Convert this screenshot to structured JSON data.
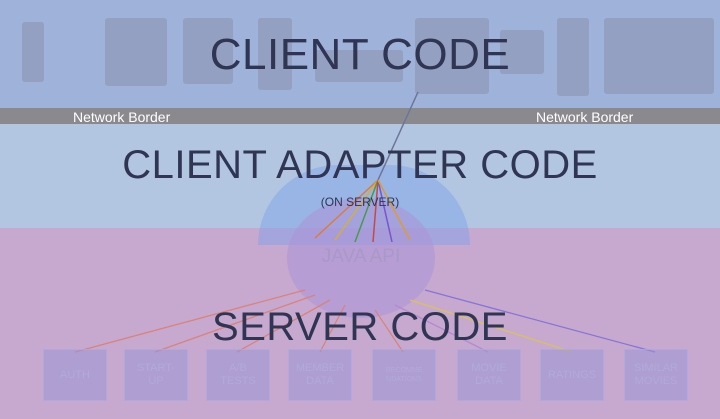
{
  "client": {
    "title": "CLIENT CODE"
  },
  "network": {
    "left_label": "Network Border",
    "right_label": "Network Border"
  },
  "adapter": {
    "title": "CLIENT ADAPTER CODE",
    "subtitle": "(ON SERVER)"
  },
  "api": {
    "label": "JAVA API"
  },
  "server": {
    "title": "SERVER CODE",
    "services": [
      {
        "label": "AUTH"
      },
      {
        "label": "START-\nUP"
      },
      {
        "label": "A/B\nTESTS"
      },
      {
        "label": "MEMBER\nDATA"
      },
      {
        "label": "RECOMME\nNDATIONS"
      },
      {
        "label": "MOVIE\nDATA"
      },
      {
        "label": "RATINGS"
      },
      {
        "label": "SIMILAR\nMOVIES"
      }
    ]
  },
  "colors": {
    "client_band": "#9fb2d9",
    "adapter_band": "#b2c6e2",
    "server_band": "#c7a9cf",
    "title_text": "#2f3552"
  }
}
